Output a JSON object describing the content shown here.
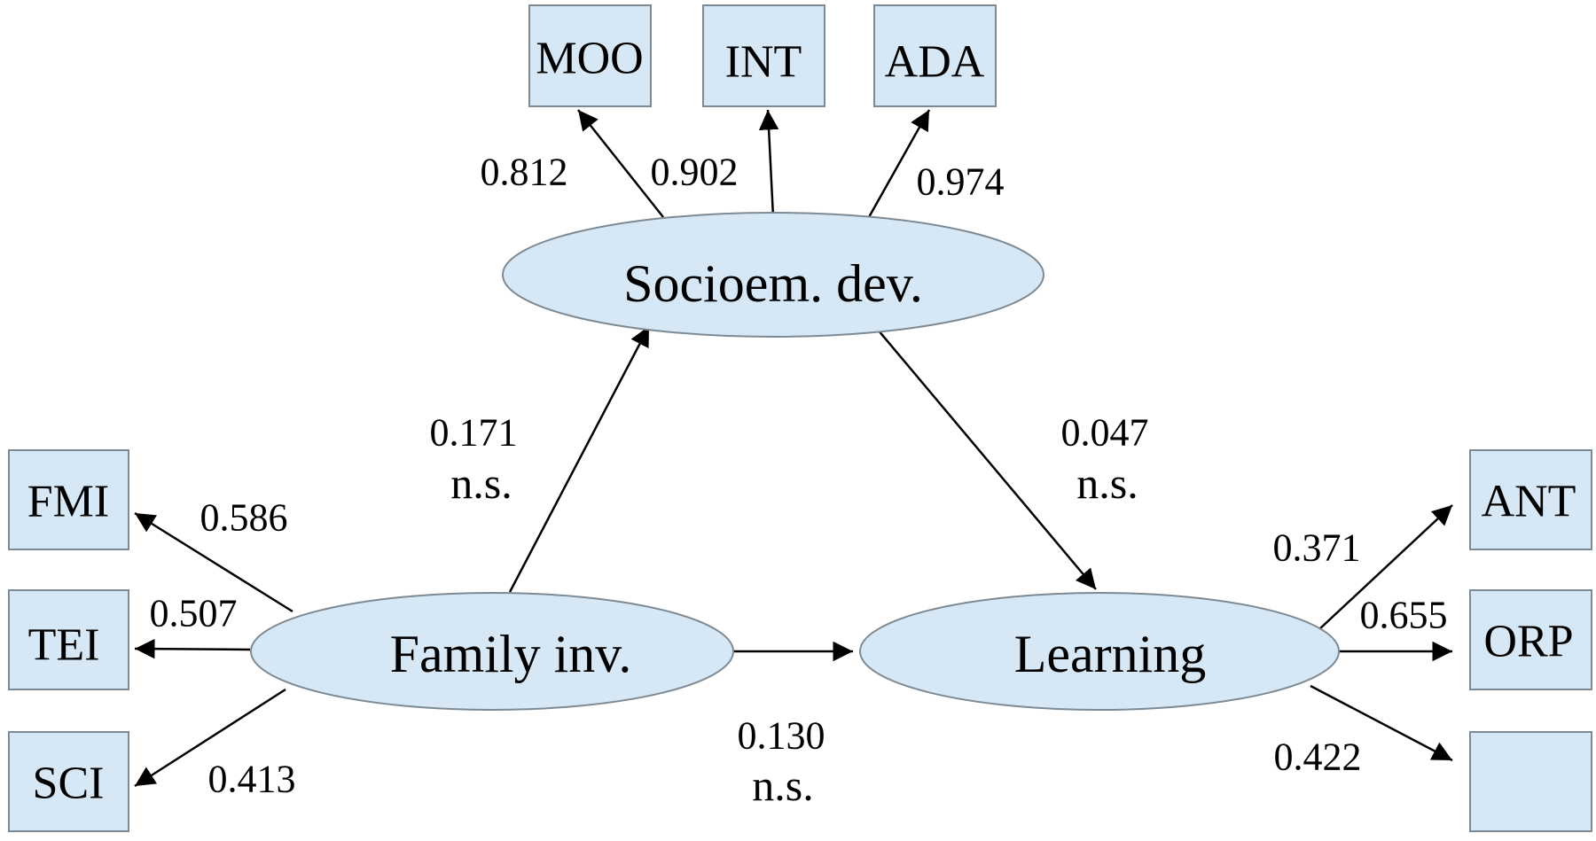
{
  "diagram": {
    "latent": {
      "socioem": {
        "label": "Socioem. dev."
      },
      "family": {
        "label": "Family inv."
      },
      "learning": {
        "label": "Learning"
      }
    },
    "indicators": {
      "moo": {
        "label": "MOO"
      },
      "int": {
        "label": "INT"
      },
      "ada": {
        "label": "ADA"
      },
      "fmi": {
        "label": "FMI"
      },
      "tei": {
        "label": "TEI"
      },
      "sci": {
        "label": "SCI"
      },
      "ant": {
        "label": "ANT"
      },
      "orp": {
        "label": "ORP"
      },
      "unlabeled": {
        "label": ""
      }
    },
    "loadings": {
      "moo": "0.812",
      "int": "0.902",
      "ada": "0.974",
      "fmi": "0.586",
      "tei": "0.507",
      "sci": "0.413",
      "ant": "0.371",
      "orp": "0.655",
      "unlabeled": "0.422"
    },
    "paths": {
      "family_socioem": {
        "value": "0.171",
        "sig": "n.s."
      },
      "socioem_learning": {
        "value": "0.047",
        "sig": "n.s."
      },
      "family_learning": {
        "value": "0.130",
        "sig": "n.s."
      }
    }
  }
}
